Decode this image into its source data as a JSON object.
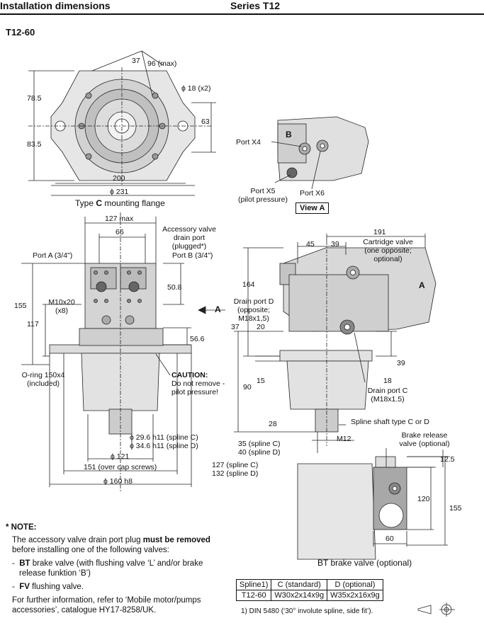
{
  "header": {
    "left": "Installation dimensions",
    "right": "Series T12"
  },
  "model": "T12-60",
  "flange": {
    "dims": [
      "37",
      "96 (max)",
      "ϕ 18 (x2)",
      "78.5",
      "83.5",
      "63",
      "200",
      "ϕ 231"
    ],
    "caption_pre": "Type ",
    "caption_bold": "C",
    "caption_post": " mounting flange"
  },
  "view_a": {
    "label_b": "B",
    "port_x4": "Port X4",
    "port_x5": "Port X5",
    "pilot": "(pilot pressure)",
    "port_x6": "Port X6",
    "tag": "View A"
  },
  "front": {
    "dims": [
      "127 max",
      "66",
      "50.8",
      "155",
      "117",
      "56.6"
    ],
    "accessory": [
      "Accessory valve",
      "drain port",
      "(plugged*)"
    ],
    "port_a": "Port A (3/4\")",
    "port_b": "Port B (3/4\")",
    "thread": [
      "M10x20",
      "(x8)"
    ],
    "arrow_a": "A",
    "oring": [
      "O-ring 150x4",
      "(included)"
    ],
    "caution": [
      "CAUTION:",
      "Do not remove -",
      "pilot pressure!"
    ],
    "spline_dims": [
      "ϕ 29.6 h11 (spline C)",
      "ϕ 34.6 h11 (spline D)"
    ],
    "bottom": [
      "ϕ 121",
      "151 (over cap screws)",
      "ϕ 160 h8"
    ]
  },
  "side": {
    "dims": [
      "191",
      "45",
      "39",
      "164",
      "37",
      "20",
      "90",
      "15",
      "39",
      "18",
      "28",
      "M12"
    ],
    "cartridge": [
      "Cartridge valve",
      "(one opposite;",
      "optional)"
    ],
    "label_a": "A",
    "drain_d": [
      "Drain port D",
      "(opposite;",
      "M18x1,5)"
    ],
    "drain_c": [
      "Drain port C",
      "(M18x1.5)"
    ],
    "spline_shaft": "Spline shaft type C or D",
    "lengths": [
      "35 (spline C)",
      "40 (spline D)",
      "127 (spline C)",
      "132 (spline D)"
    ]
  },
  "bt": {
    "release": [
      "Brake release",
      "valve (optional)"
    ],
    "dims": [
      "12.5",
      "120",
      "155",
      "60"
    ],
    "caption": "BT brake valve (optional)"
  },
  "note": {
    "title": "* NOTE:",
    "p1_pre": "The accessory valve drain port plug ",
    "p1_bold": "must be removed",
    "p1_post": "before installing one of the following valves:",
    "b1_bold": "BT",
    "b1_rest": " brake valve (with flushing valve ‘L’ and/or brake",
    "b1_rest2": "release funktion ‘B’)",
    "b2_bold": "FV",
    "b2_rest": " flushing valve.",
    "p2": "For further information, refer to ‘Mobile motor/pumps",
    "p3": "accessories’, catalogue HY17-8258/UK."
  },
  "spline_table": {
    "headers": [
      "Spline1)",
      "C (standard)",
      "D (optional)"
    ],
    "row": [
      "T12-60",
      "W30x2x14x9g",
      "W35x2x16x9g"
    ],
    "footnote": "1) DIN 5480 (‘30° involute spline, side fit’)."
  }
}
